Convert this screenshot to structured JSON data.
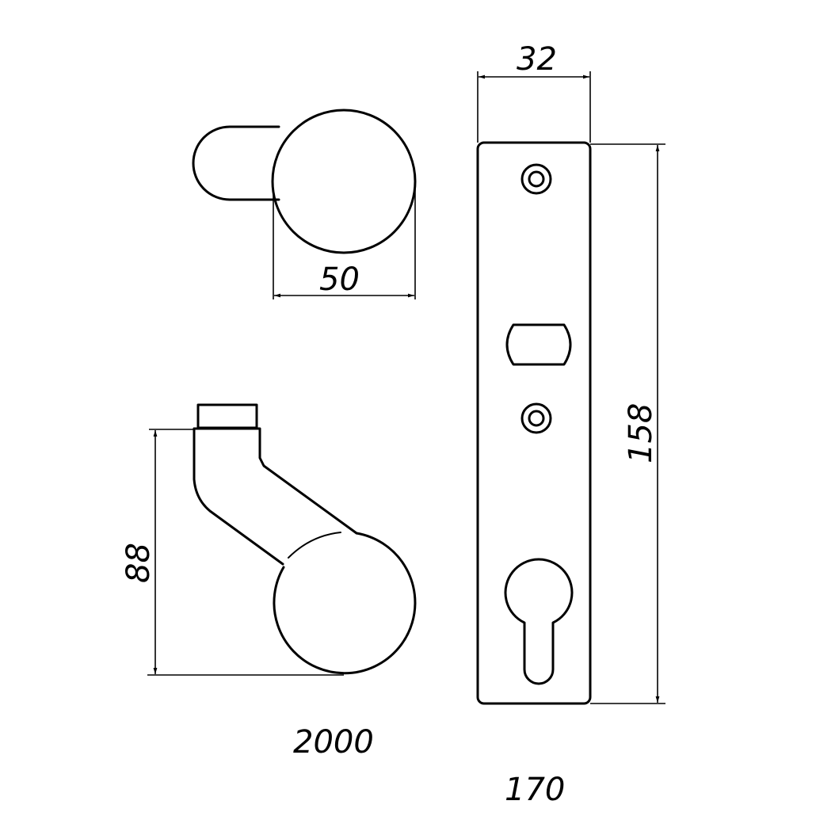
{
  "drawing": {
    "top_view": {
      "dimension_width": "50"
    },
    "side_view": {
      "dimension_height": "88",
      "caption": "2000"
    },
    "plate": {
      "dimension_width": "32",
      "dimension_height": "158",
      "caption": "170"
    }
  },
  "colors": {
    "line": "#000000",
    "background": "#ffffff"
  }
}
